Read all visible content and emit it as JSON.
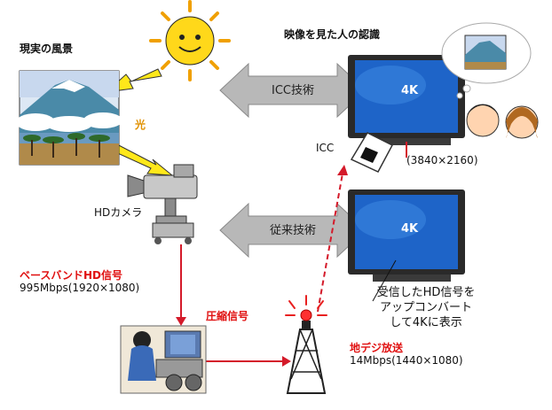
{
  "labels": {
    "real_scene": "現実の風景",
    "perception": "映像を見た人の認識",
    "light": "光",
    "icc_tech": "ICC技術",
    "conventional_tech": "従来技術",
    "hd_camera": "HDカメラ",
    "icc": "ICC",
    "tv_top": "4K",
    "tv_bottom": "4K",
    "resolution_top": "(3840×2160)",
    "baseband_title": "ベースバンドHD信号",
    "baseband_rate": "995Mbps(1920×1080)",
    "compressed": "圧縮信号",
    "broadcast_title": "地デジ放送",
    "broadcast_rate": "14Mbps(1440×1080)",
    "upconvert_line1": "受信したHD信号を",
    "upconvert_line2": "アップコンバート",
    "upconvert_line3": "して4Kに表示"
  },
  "colors": {
    "signal_red": "#d41a2a",
    "arrow_gray": "#b8b8b8",
    "light_yellow": "#ffe81a",
    "tv_blue": "#1e64c8"
  }
}
